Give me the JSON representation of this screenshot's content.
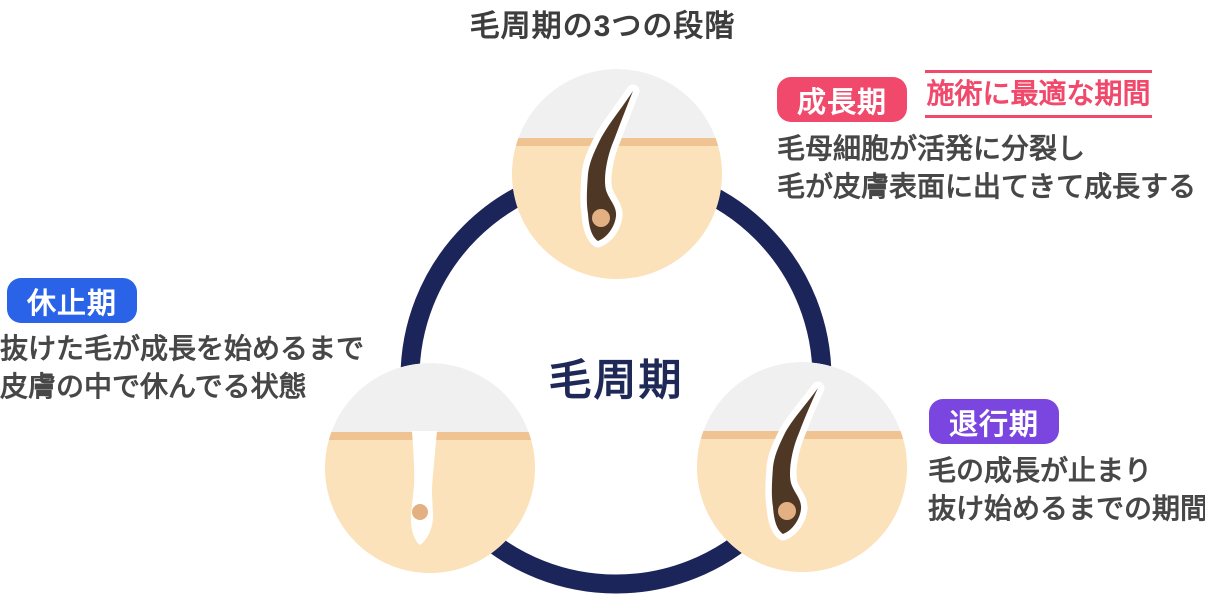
{
  "title": "毛周期の3つの段階",
  "diagram": {
    "center_label": "毛周期"
  },
  "phases": {
    "growth": {
      "label": "成長期",
      "highlight": "施術に最適な期間",
      "description": [
        "毛母細胞が活発に分裂し",
        "毛が皮膚表面に出てきて成長する"
      ],
      "badge_color": "#F0496B"
    },
    "rest": {
      "label": "休止期",
      "description": [
        "抜けた毛が成長を始めるまで",
        "皮膚の中で休んでる状態"
      ],
      "badge_color": "#2A62E8"
    },
    "regression": {
      "label": "退行期",
      "description": [
        "毛の成長が止まり",
        "抜け始めるまでの期間"
      ],
      "badge_color": "#7B46DF"
    }
  },
  "colors": {
    "ring": "#1B2559",
    "center_text": "#1F2957",
    "title_text": "#3D3D3D",
    "body_text": "#474747",
    "highlight_text": "#F0496B",
    "skin": "#FBE2BB",
    "skin_surface_line": "#EFC492",
    "above_skin": "#F1F0F0",
    "hair": "#4F3726",
    "follicle_dot": "#E3B084"
  }
}
